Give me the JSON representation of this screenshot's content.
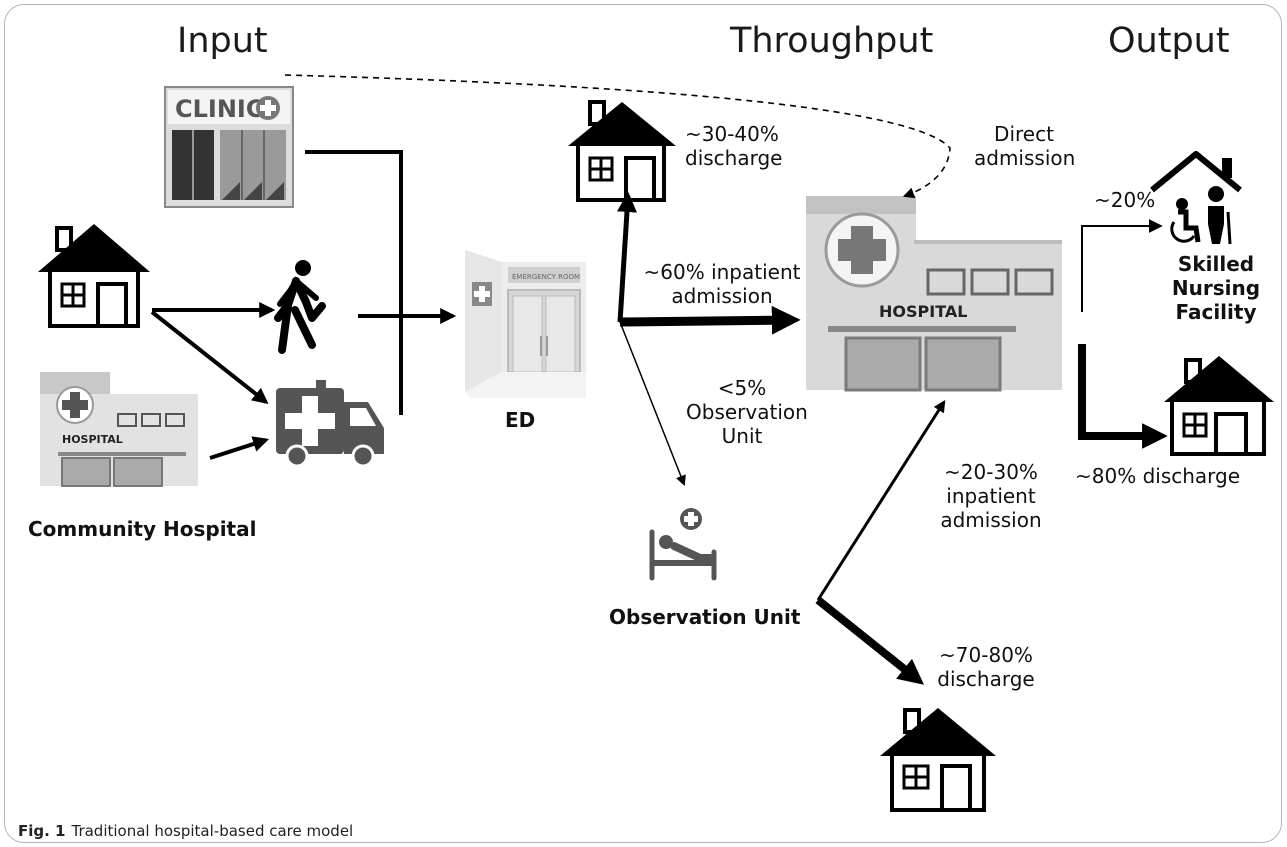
{
  "headers": {
    "input": "Input",
    "throughput": "Throughput",
    "output": "Output"
  },
  "icons": {
    "clinic": "CLINIC",
    "community_hospital_sign": "HOSPITAL",
    "main_hospital_sign": "HOSPITAL",
    "ed_sign": "EMERGENCY ROOM"
  },
  "labels": {
    "community_hospital": "Community Hospital",
    "ed": "ED",
    "observation_unit": "Observation Unit",
    "direct_admission_1": "Direct",
    "direct_admission_2": "admission",
    "ed_discharge_1": "~30-40%",
    "ed_discharge_2": "discharge",
    "ed_inpatient_1": "~60% inpatient",
    "ed_inpatient_2": "admission",
    "ed_obs_1": "<5%",
    "ed_obs_2": "Observation",
    "ed_obs_3": "Unit",
    "obs_inpatient_1": "~20-30%",
    "obs_inpatient_2": "inpatient",
    "obs_inpatient_3": "admission",
    "obs_discharge_1": "~70-80%",
    "obs_discharge_2": "discharge",
    "snf_pct": "~20%",
    "snf_1": "Skilled",
    "snf_2": "Nursing",
    "snf_3": "Facility",
    "hosp_discharge": "~80% discharge"
  },
  "caption": {
    "fig": "Fig. 1",
    "text": "Traditional hospital-based care model"
  }
}
